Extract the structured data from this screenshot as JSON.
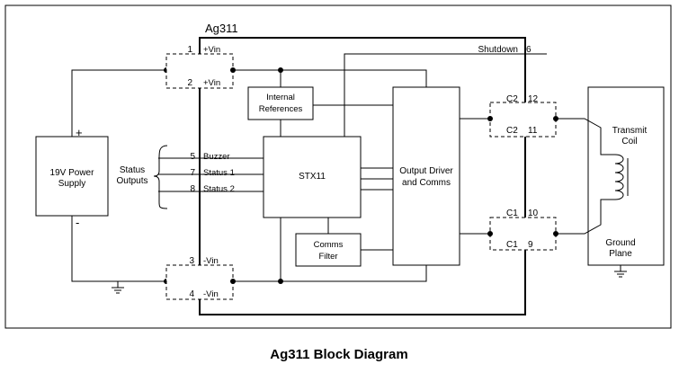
{
  "diagram": {
    "title": "Ag311",
    "caption": "Ag311 Block Diagram",
    "blocks": {
      "power_supply": "19V Power\nSupply",
      "internal_references": "Internal\nReferences",
      "stx11": "STX11",
      "output_driver": "Output Driver\nand Comms",
      "comms_filter": "Comms\nFilter",
      "transmit_coil": "Transmit\nCoil",
      "ground_plane": "Ground\nPlane"
    },
    "status_outputs_label": "Status\nOutputs",
    "polarity": {
      "plus": "+",
      "minus": "-"
    },
    "pins": [
      {
        "num": "1",
        "label": "+Vin"
      },
      {
        "num": "2",
        "label": "+Vin"
      },
      {
        "num": "3",
        "label": "-Vin"
      },
      {
        "num": "4",
        "label": "-Vin"
      },
      {
        "num": "5",
        "label": "Buzzer"
      },
      {
        "num": "7",
        "label": "Status 1"
      },
      {
        "num": "8",
        "label": "Status 2"
      },
      {
        "num": "6",
        "label": "Shutdown"
      },
      {
        "num": "12",
        "label": "C2"
      },
      {
        "num": "11",
        "label": "C2"
      },
      {
        "num": "10",
        "label": "C1"
      },
      {
        "num": "9",
        "label": "C1"
      }
    ]
  }
}
